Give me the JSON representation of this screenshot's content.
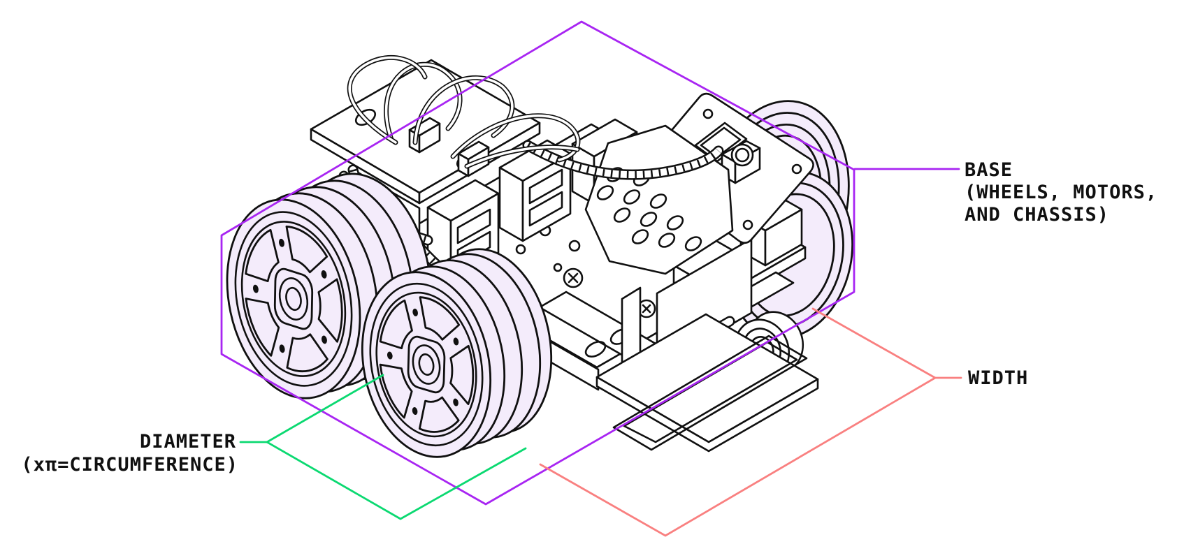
{
  "diagram": {
    "type": "annotated-technical-illustration",
    "subject": "isometric robot car with four wheels, Raspberry Pi board, camera mount and ultrasonic sensor",
    "annotations": {
      "base": {
        "label_lines": [
          "BASE",
          "(WHEELS, MOTORS,",
          "AND CHASSIS)"
        ],
        "color": "#a825f2"
      },
      "width": {
        "label_lines": [
          "WIDTH"
        ],
        "color": "#f98080"
      },
      "diameter": {
        "label_lines": [
          "DIAMETER",
          "(xπ=CIRCUMFERENCE)"
        ],
        "color": "#0bd971"
      }
    },
    "colors": {
      "background": "#ffffff",
      "ink": "#101010",
      "tire_fill": "#f4ecfb",
      "base_outline": "#a825f2",
      "width_line": "#f98080",
      "diameter_line": "#0bd971"
    }
  }
}
